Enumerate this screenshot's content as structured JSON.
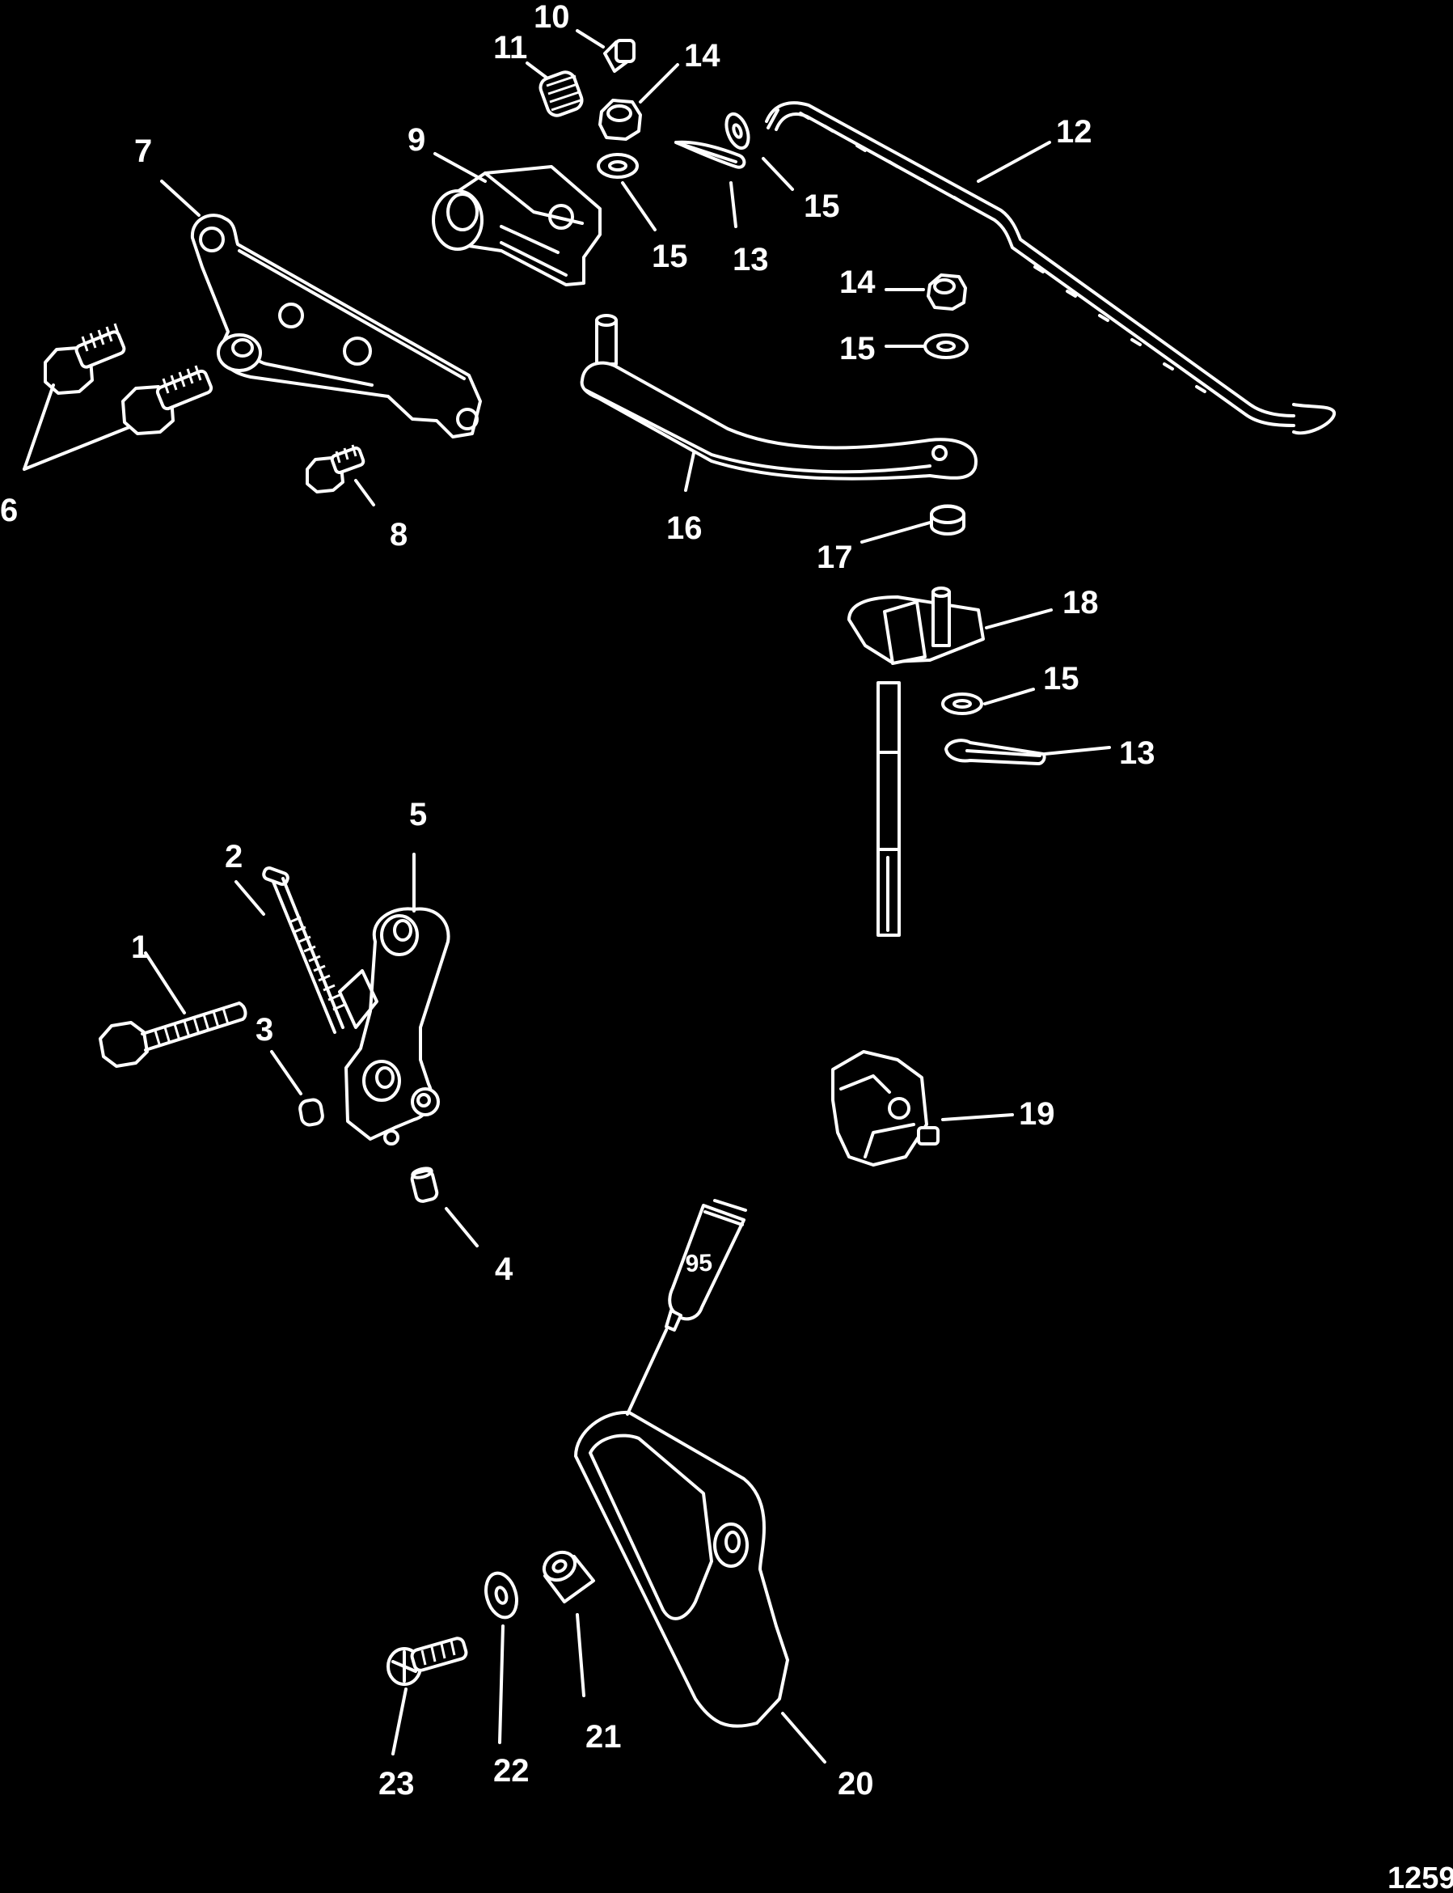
{
  "figure_number": "1259",
  "tube_label": "95",
  "callouts": [
    {
      "id": "c10",
      "label": "10"
    },
    {
      "id": "c11",
      "label": "11"
    },
    {
      "id": "c14a",
      "label": "14"
    },
    {
      "id": "c9",
      "label": "9"
    },
    {
      "id": "c7",
      "label": "7"
    },
    {
      "id": "c15a",
      "label": "15"
    },
    {
      "id": "c13a",
      "label": "13"
    },
    {
      "id": "c15b",
      "label": "15"
    },
    {
      "id": "c12",
      "label": "12"
    },
    {
      "id": "c14b",
      "label": "14"
    },
    {
      "id": "c15c",
      "label": "15"
    },
    {
      "id": "c6",
      "label": "6"
    },
    {
      "id": "c8",
      "label": "8"
    },
    {
      "id": "c16",
      "label": "16"
    },
    {
      "id": "c17",
      "label": "17"
    },
    {
      "id": "c18",
      "label": "18"
    },
    {
      "id": "c15d",
      "label": "15"
    },
    {
      "id": "c13b",
      "label": "13"
    },
    {
      "id": "c5",
      "label": "5"
    },
    {
      "id": "c2",
      "label": "2"
    },
    {
      "id": "c1",
      "label": "1"
    },
    {
      "id": "c3",
      "label": "3"
    },
    {
      "id": "c19",
      "label": "19"
    },
    {
      "id": "c4",
      "label": "4"
    },
    {
      "id": "c21",
      "label": "21"
    },
    {
      "id": "c23",
      "label": "23"
    },
    {
      "id": "c22",
      "label": "22"
    },
    {
      "id": "c20",
      "label": "20"
    }
  ]
}
